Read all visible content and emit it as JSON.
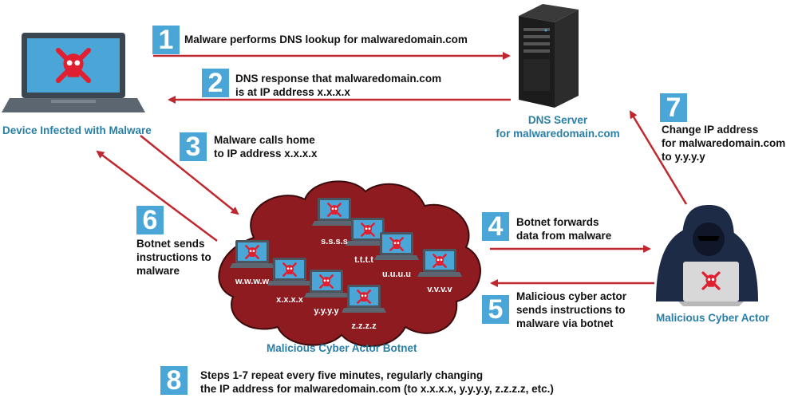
{
  "steps": [
    {
      "number": "1",
      "lines": [
        "Malware performs DNS lookup for malwaredomain.com"
      ]
    },
    {
      "number": "2",
      "lines": [
        "DNS response that malwaredomain.com",
        "is at IP address x.x.x.x"
      ]
    },
    {
      "number": "3",
      "lines": [
        "Malware calls home",
        "to IP address x.x.x.x"
      ]
    },
    {
      "number": "4",
      "lines": [
        "Botnet forwards",
        "data from malware"
      ]
    },
    {
      "number": "5",
      "lines": [
        "Malicious cyber actor",
        "sends instructions to",
        "malware via botnet"
      ]
    },
    {
      "number": "6",
      "lines": [
        "Botnet sends",
        "instructions to",
        "malware"
      ]
    },
    {
      "number": "7",
      "lines": [
        "Change IP address",
        "for malwaredomain.com",
        "to y.y.y.y"
      ]
    },
    {
      "number": "8",
      "lines": [
        "Steps 1-7 repeat every five minutes, regularly changing",
        "the IP address for malwaredomain.com (to x.x.x.x, y.y.y.y, z.z.z.z, etc.)"
      ]
    }
  ],
  "entities": {
    "infected_device": "Device Infected with Malware",
    "dns_server": [
      "DNS Server",
      "for malwaredomain.com"
    ],
    "botnet": "Malicious Cyber Actor Botnet",
    "actor": "Malicious Cyber Actor"
  },
  "botnet_nodes": [
    "w.w.w.w",
    "x.x.x.x",
    "y.y.y.y",
    "z.z.z.z",
    "s.s.s.s",
    "t.t.t.t",
    "u.u.u.u",
    "v.v.v.v"
  ],
  "icons": [
    "laptop-icon",
    "skull-crossbones-icon",
    "server-icon",
    "cloud-icon",
    "hacker-icon"
  ],
  "colors": {
    "arrow": "#c0282f",
    "step_badge": "#4aa6d6",
    "label": "#2a7fa6",
    "cloud": "#8e1b1f",
    "laptop": "#4aa6d6"
  }
}
